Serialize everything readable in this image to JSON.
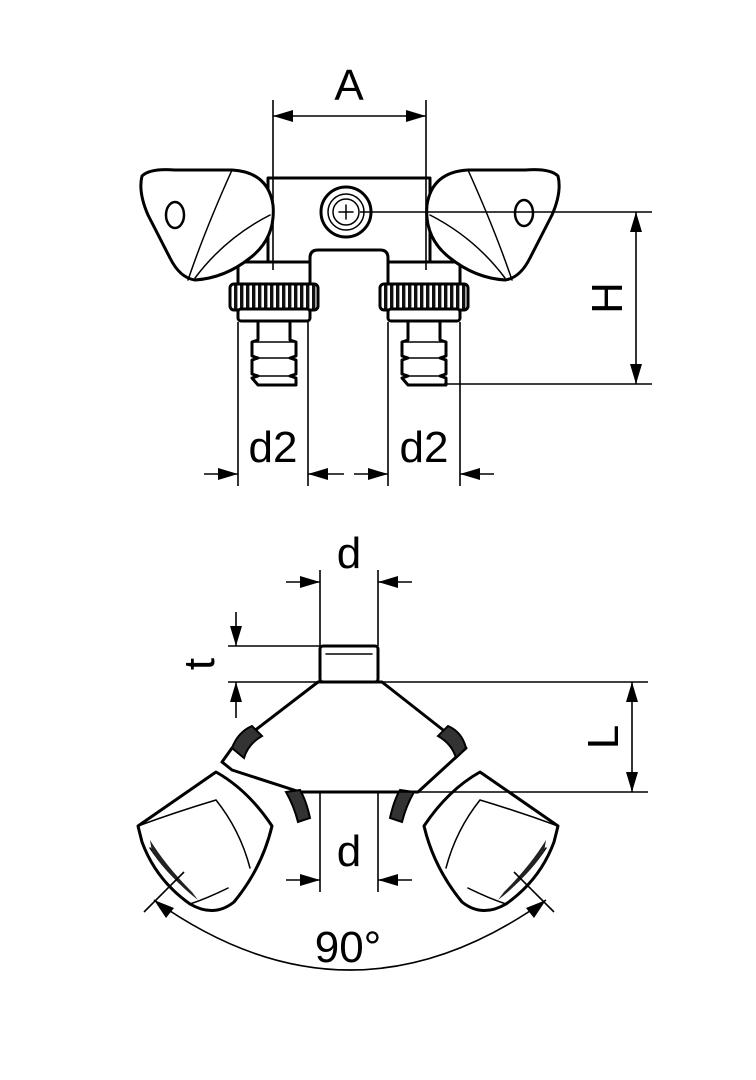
{
  "labels": {
    "a": "A",
    "h": "H",
    "d2_left": "d2",
    "d2_right": "d2",
    "d_top": "d",
    "d_bottom": "d",
    "t": "t",
    "l": "L",
    "angle": "90°"
  }
}
